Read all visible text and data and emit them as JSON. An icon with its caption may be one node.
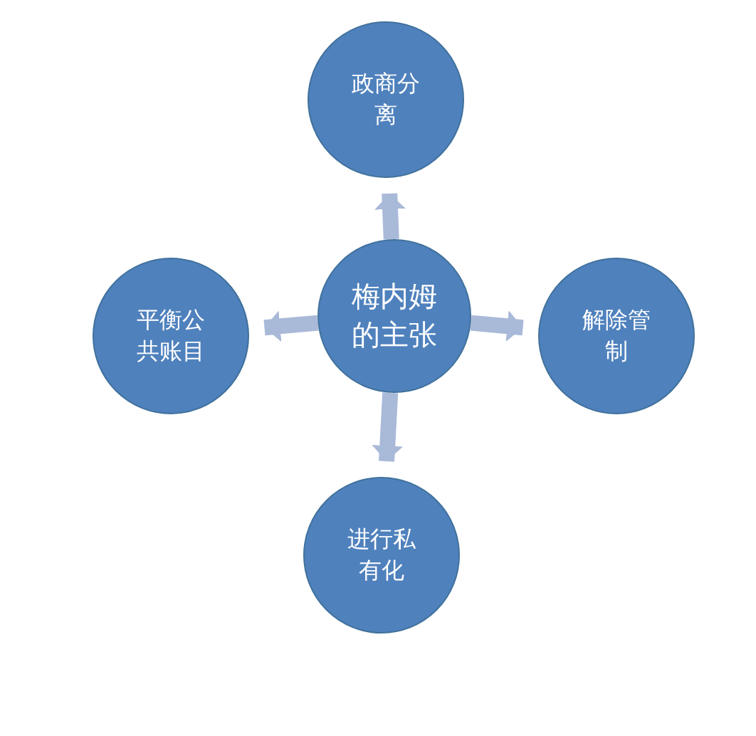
{
  "diagram": {
    "nodes": [
      {
        "text": [
          "梅内姆的主张"
        ]
      },
      {
        "text": [
          "政商分离"
        ]
      },
      {
        "text": [
          "平衡公共账目"
        ]
      },
      {
        "text": [
          "解除管制"
        ]
      },
      {
        "text": [
          "进行私有化"
        ]
      }
    ],
    "edges": [
      {
        "from": 0,
        "to": 1,
        "arrow": "to"
      },
      {
        "from": 0,
        "to": 2,
        "arrow": "to"
      },
      {
        "from": 0,
        "to": 3,
        "arrow": "to"
      },
      {
        "from": 0,
        "to": 4,
        "arrow": "to"
      }
    ]
  }
}
